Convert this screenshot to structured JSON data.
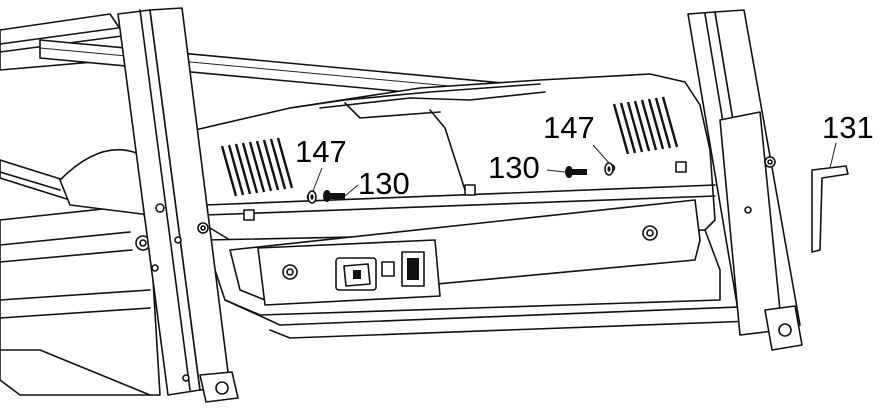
{
  "callouts": [
    {
      "id": "left-147",
      "label": "147"
    },
    {
      "id": "left-130",
      "label": "130"
    },
    {
      "id": "right-147",
      "label": "147"
    },
    {
      "id": "right-130",
      "label": "130"
    },
    {
      "id": "tool-131",
      "label": "131"
    }
  ]
}
